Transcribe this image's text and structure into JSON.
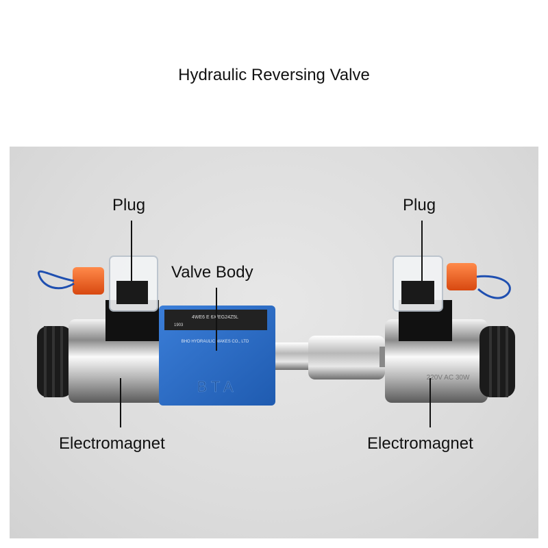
{
  "title": "Hydraulic Reversing Valve",
  "labels": {
    "plug_left": "Plug",
    "plug_right": "Plug",
    "valve_body": "Valve Body",
    "electromagnet_left": "Electromagnet",
    "electromagnet_right": "Electromagnet"
  },
  "valve": {
    "nameplate_line1": "4WE6 E 6X/EG24Z5L",
    "nameplate_line2": "1903",
    "nameplate_maker": "BHO HYDRAULIC MAKES CO., LTD",
    "brand": "B T A",
    "coil_rating": "220V AC 30W"
  },
  "colors": {
    "valve_body": "#2a6cc4",
    "connector_orange": "#ef5a1e",
    "wire_blue": "#1f4fb0",
    "background": "#dedede"
  }
}
